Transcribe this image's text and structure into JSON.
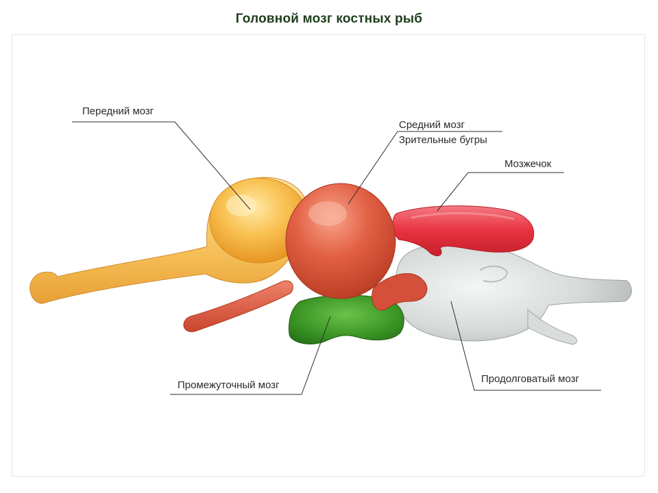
{
  "title": "Головной мозг костных рыб",
  "labels": {
    "forebrain": "Передний мозг",
    "midbrain": "Средний мозг",
    "optic_lobes": "Зрительные бугры",
    "cerebellum": "Мозжечок",
    "diencephalon": "Промежуточный мозг",
    "medulla": "Продолговатый мозг"
  },
  "colors": {
    "title": "#1d3d1b",
    "forebrain": "#f6b43a",
    "midbrain": "#e0553a",
    "cerebellum": "#e63945",
    "diencephalon": "#3e9b2a",
    "medulla": "#d3d7d6"
  }
}
